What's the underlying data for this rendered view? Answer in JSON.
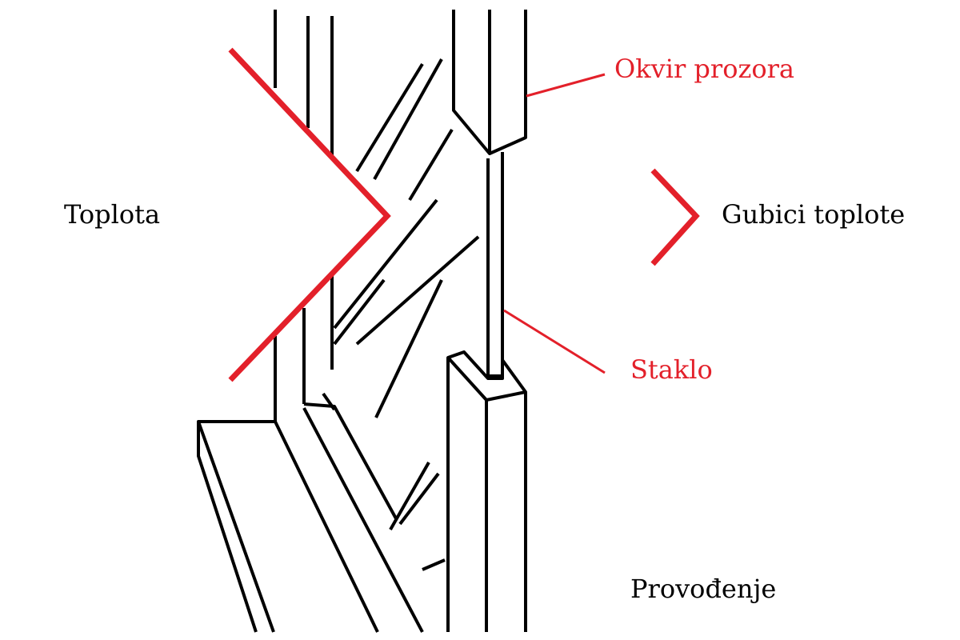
{
  "labels": {
    "heat": "Toplota",
    "window_frame": "Okvir prozora",
    "heat_loss": "Gubici toplote",
    "glass": "Staklo",
    "conduction": "Provođenje"
  },
  "colors": {
    "accent": "#e3202a",
    "line": "#000000",
    "background": "#ffffff"
  }
}
